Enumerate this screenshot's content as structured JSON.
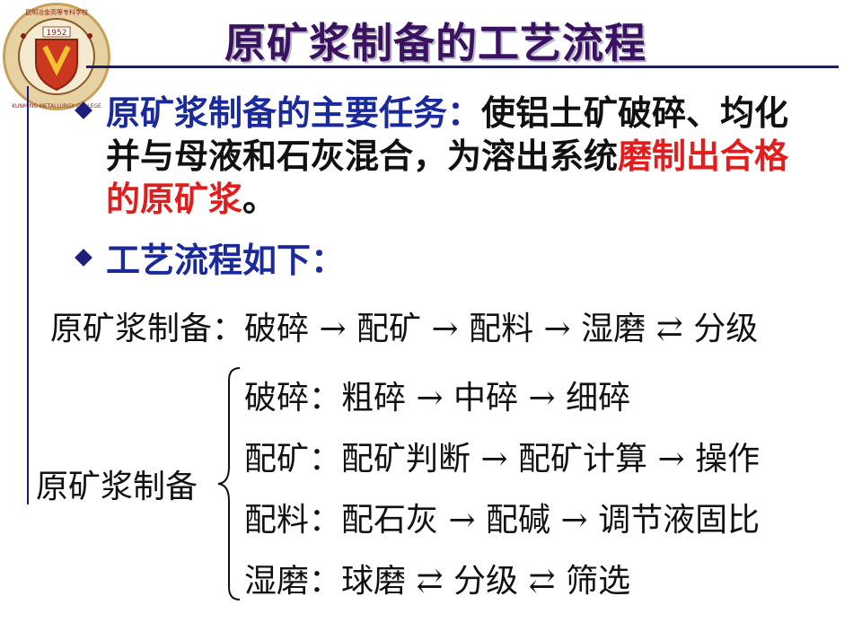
{
  "logo": {
    "year": "1952",
    "ring_text": "KUNMING METALLURGY COLLEGE",
    "top_text": "昆明冶金高等专科学校"
  },
  "title": "原矿浆制备的工艺流程",
  "bullets": [
    {
      "label": "原矿浆制备的主要任务：",
      "text_black": "使铝土矿破碎、均化并与母液和石灰混合，为溶出系统",
      "text_red": "磨制出合格的原矿浆",
      "text_end": "。"
    },
    {
      "label": "工艺流程如下："
    }
  ],
  "flow_line": "原矿浆制备：破碎 → 配矿 → 配料 → 湿磨 ⇄  分级",
  "diagram": {
    "root": "原矿浆制备",
    "branches": [
      "破碎：粗碎 → 中碎 → 细碎",
      "配矿：配矿判断 → 配矿计算 → 操作",
      "配料：配石灰 → 配碱 → 调节液固比",
      "湿磨：球磨 ⇄  分级 ⇄  筛选"
    ]
  }
}
